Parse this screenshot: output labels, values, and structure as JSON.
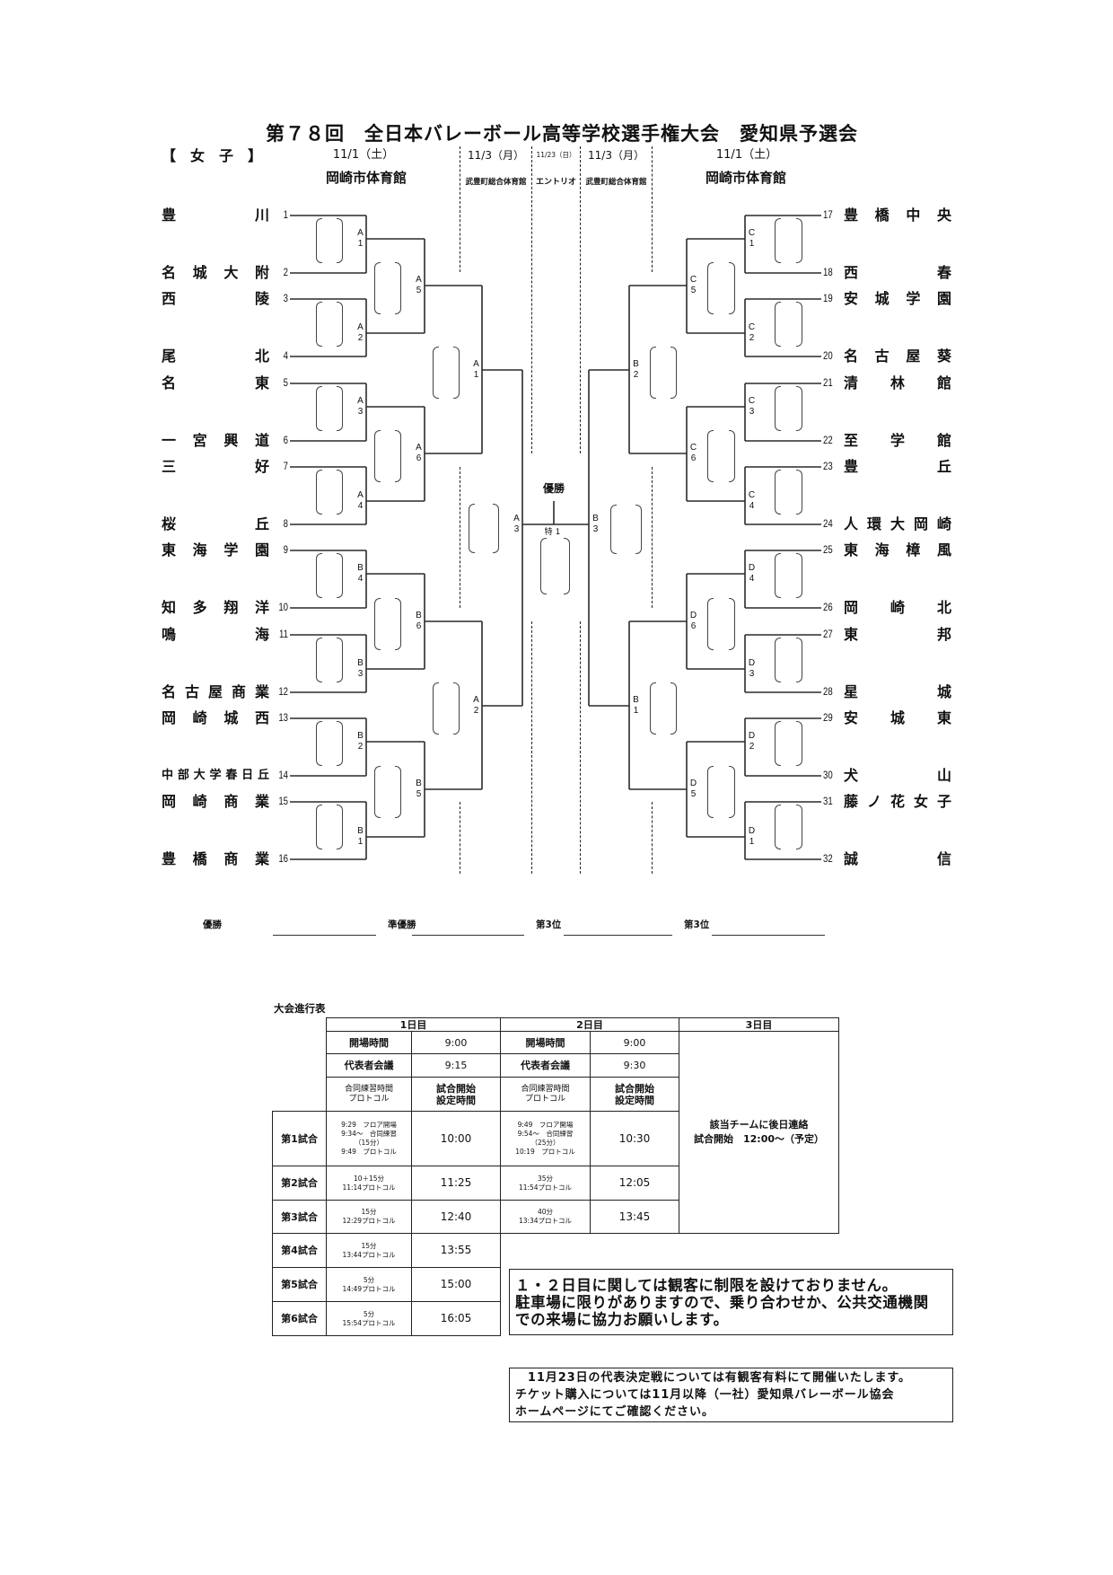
{
  "header": {
    "title": "第７８回　全日本バレーボール高等学校選手権大会　愛知県予選会",
    "division": "【　女　子　】"
  },
  "schedule_header": {
    "left_day1": {
      "date": "11/1（土）",
      "venue": "岡崎市体育館"
    },
    "left_day2": {
      "date": "11/3（月）",
      "venue": "武豊町総合体育館"
    },
    "day3": {
      "date": "11/23（日）",
      "venue": "エントリオ"
    },
    "right_day2": {
      "date": "11/3（月）",
      "venue": "武豊町総合体育館"
    },
    "right_day1": {
      "date": "11/1（土）",
      "venue": "岡崎市体育館"
    }
  },
  "bracket": {
    "left_teams": [
      {
        "seed": "1",
        "name": "豊川"
      },
      {
        "seed": "2",
        "name": "名城大附"
      },
      {
        "seed": "3",
        "name": "西陵"
      },
      {
        "seed": "4",
        "name": "尾北"
      },
      {
        "seed": "5",
        "name": "名東"
      },
      {
        "seed": "6",
        "name": "一宮興道"
      },
      {
        "seed": "7",
        "name": "三好"
      },
      {
        "seed": "8",
        "name": "桜丘"
      },
      {
        "seed": "9",
        "name": "東海学園"
      },
      {
        "seed": "10",
        "name": "知多翔洋"
      },
      {
        "seed": "11",
        "name": "鳴海"
      },
      {
        "seed": "12",
        "name": "名古屋商業"
      },
      {
        "seed": "13",
        "name": "岡崎城西"
      },
      {
        "seed": "14",
        "name": "中部大学春日丘"
      },
      {
        "seed": "15",
        "name": "岡崎商業"
      },
      {
        "seed": "16",
        "name": "豊橋商業"
      }
    ],
    "right_teams": [
      {
        "seed": "17",
        "name": "豊橋中央"
      },
      {
        "seed": "18",
        "name": "西春"
      },
      {
        "seed": "19",
        "name": "安城学園"
      },
      {
        "seed": "20",
        "name": "名古屋葵"
      },
      {
        "seed": "21",
        "name": "清林館"
      },
      {
        "seed": "22",
        "name": "至学館"
      },
      {
        "seed": "23",
        "name": "豊丘"
      },
      {
        "seed": "24",
        "name": "人環大岡崎"
      },
      {
        "seed": "25",
        "name": "東海樟風"
      },
      {
        "seed": "26",
        "name": "岡崎北"
      },
      {
        "seed": "27",
        "name": "東邦"
      },
      {
        "seed": "28",
        "name": "星城"
      },
      {
        "seed": "29",
        "name": "安城東"
      },
      {
        "seed": "30",
        "name": "犬山"
      },
      {
        "seed": "31",
        "name": "藤ノ花女子"
      },
      {
        "seed": "32",
        "name": "誠信"
      }
    ],
    "left_matches": {
      "r1": [
        "A1",
        "A2",
        "A3",
        "A4",
        "B4",
        "B3",
        "B2",
        "B1"
      ],
      "r2": [
        "A5",
        "A6",
        "B6",
        "B5"
      ],
      "r3": [
        "A1",
        "A2"
      ],
      "r4": [
        "A3"
      ]
    },
    "right_matches": {
      "r1": [
        "C1",
        "C2",
        "C3",
        "C4",
        "D4",
        "D3",
        "D2",
        "D1"
      ],
      "r2": [
        "C5",
        "C6",
        "D6",
        "D5"
      ],
      "r3": [
        "B2",
        "B1"
      ],
      "r4": [
        "B3"
      ]
    },
    "final": {
      "label": "優勝",
      "match": "特1"
    }
  },
  "results": {
    "labels": [
      "優勝",
      "準優勝",
      "第3位",
      "第3位"
    ]
  },
  "progress_table": {
    "title": "大会進行表",
    "days": [
      "1日目",
      "2日目",
      "3日目"
    ],
    "open": {
      "label": "開場時間",
      "day1": "9:00",
      "day2": "9:00"
    },
    "meeting": {
      "label": "代表者会議",
      "day1": "9:15",
      "day2": "9:30"
    },
    "subheader": {
      "practice": "合同練習時間\nプロトコル",
      "start": "試合開始\n設定時間"
    },
    "day3_note": "該当チームに後日連絡\n試合開始　12:00～（予定）",
    "matches": [
      {
        "label": "第1試合",
        "day1_protocol": "9:29　フロア開場\n9:34～　合同練習\n（15分）\n9:49　プロトコル",
        "day1_start": "10:00",
        "day2_protocol": "9:49　フロア開場\n9:54～　合同練習\n（25分）\n10:19　プロトコル",
        "day2_start": "10:30"
      },
      {
        "label": "第2試合",
        "day1_protocol": "10＋15分\n11:14プロトコル",
        "day1_start": "11:25",
        "day2_protocol": "35分\n11:54プロトコル",
        "day2_start": "12:05"
      },
      {
        "label": "第3試合",
        "day1_protocol": "15分\n12:29プロトコル",
        "day1_start": "12:40",
        "day2_protocol": "40分\n13:34プロトコル",
        "day2_start": "13:45"
      },
      {
        "label": "第4試合",
        "day1_protocol": "15分\n13:44プロトコル",
        "day1_start": "13:55"
      },
      {
        "label": "第5試合",
        "day1_protocol": "5分\n14:49プロトコル",
        "day1_start": "15:00"
      },
      {
        "label": "第6試合",
        "day1_protocol": "5分\n15:54プロトコル",
        "day1_start": "16:05"
      }
    ]
  },
  "notices": [
    "１・２日目に関しては観客に制限を設けておりません。\n駐車場に限りがありますので、乗り合わせか、公共交通機関\nでの来場に協力お願いします。",
    "　11月23日の代表決定戦については有観客有料にて開催いたします。\nチケット購入については11月以降（一社）愛知県バレーボール協会\nホームページにてご確認ください。"
  ]
}
